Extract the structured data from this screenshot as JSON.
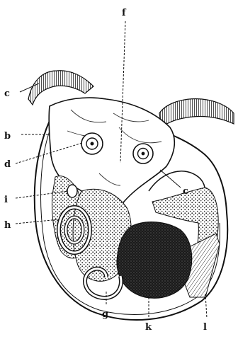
{
  "labels": {
    "b": "b",
    "c_left": "c",
    "c_right": "c",
    "d": "d",
    "f": "f",
    "g": "g",
    "h": "h",
    "i": "i",
    "k": "k",
    "l": "l"
  },
  "colors": {
    "ink": "#111111",
    "paper": "#ffffff",
    "dark_mass": "#1a1a1a"
  }
}
